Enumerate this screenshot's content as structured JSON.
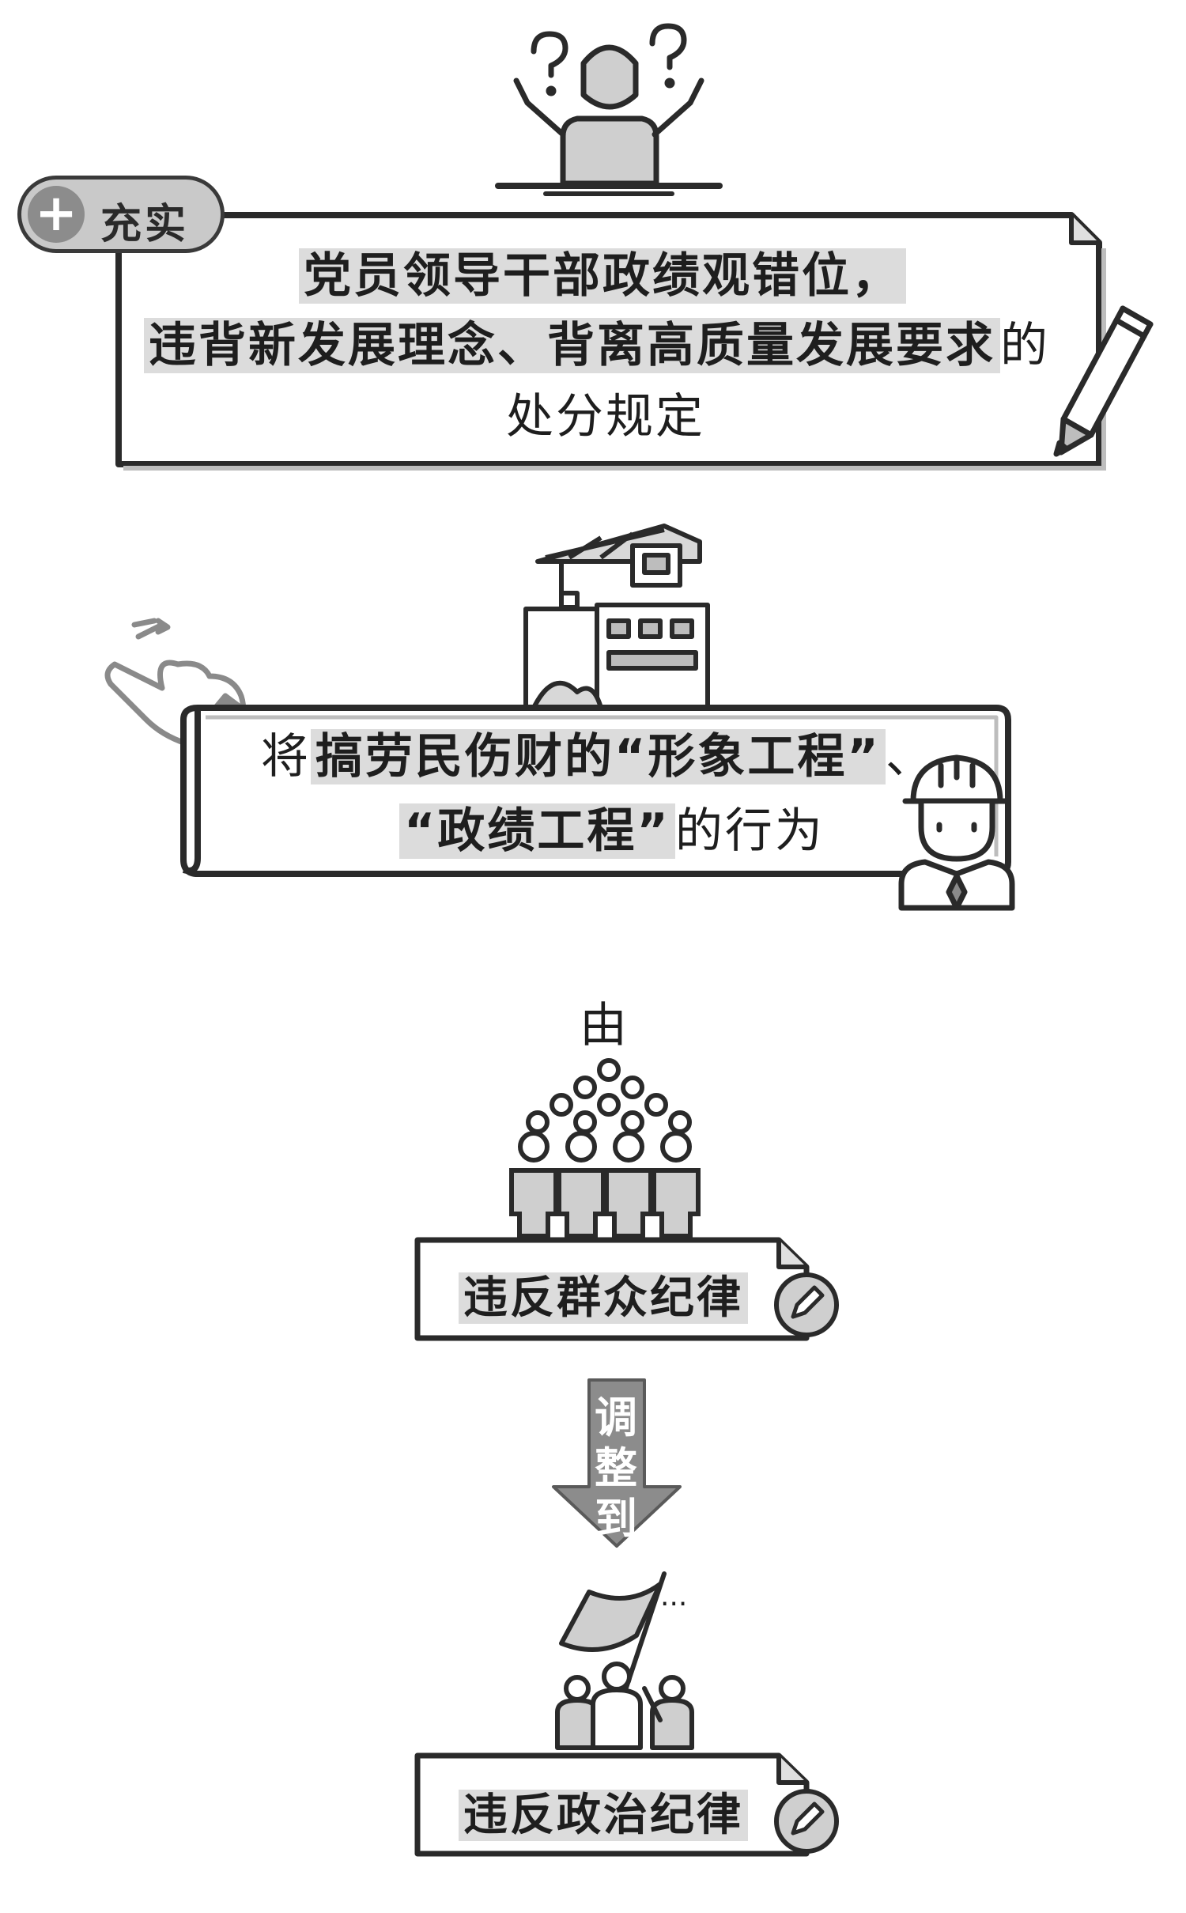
{
  "badge": {
    "icon": "plus-icon",
    "label": "充实"
  },
  "card1": {
    "line1": "党员领导干部政绩观错位，",
    "line2_bold": "违背新发展理念、背离高质量发展要求",
    "line2_tail": "的",
    "line3": "处分规定"
  },
  "card2": {
    "line1_lead": "将",
    "line1_bold": "搞劳民伤财的“形象工程”",
    "line1_tail": "、",
    "line2_bold": "“政绩工程”",
    "line2_tail": "的行为"
  },
  "from_label": "由",
  "card3": {
    "label": "违反群众纪律"
  },
  "arrow": {
    "chars": [
      "调",
      "整",
      "到"
    ]
  },
  "card4": {
    "label": "违反政治纪律"
  },
  "icons": {
    "confused": "confused-person-icon",
    "pencil": "pencil-icon",
    "crane": "construction-crane-icon",
    "hand": "pointing-hand-icon",
    "worker": "construction-worker-icon",
    "crowd": "crowd-icon",
    "edit": "edit-icon",
    "flag": "flag-crowd-icon"
  },
  "flag_ellipsis": "..."
}
